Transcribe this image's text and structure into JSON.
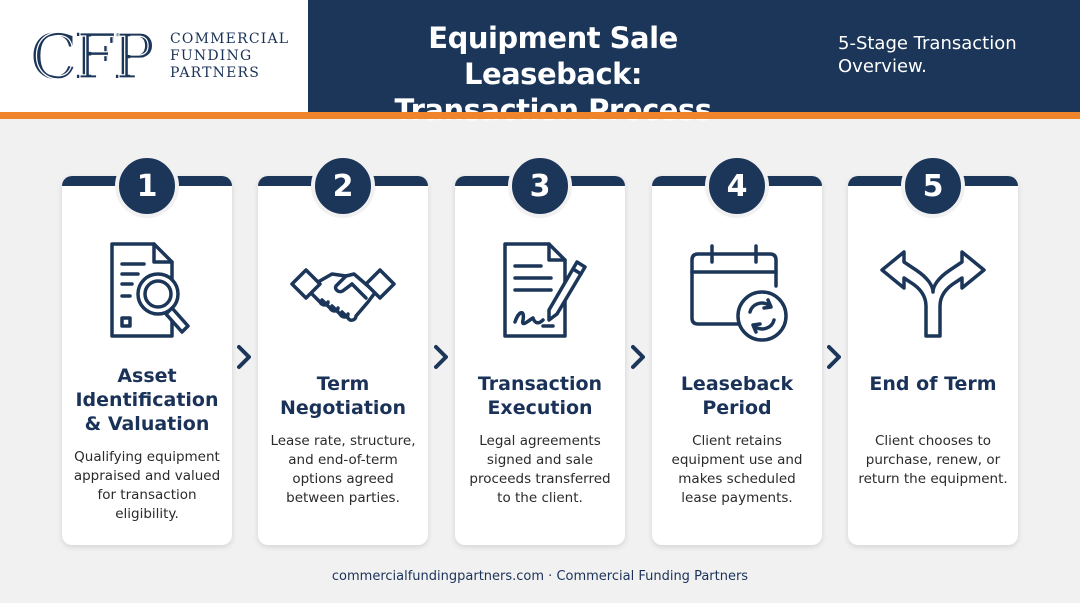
{
  "header": {
    "logo_mark": "CFP",
    "logo_lines": [
      "COMMERCIAL",
      "FUNDING",
      "PARTNERS"
    ],
    "title_lines": [
      "Equipment Sale Leaseback:",
      "Transaction Process"
    ],
    "subtitle_lines": [
      "5-Stage Transaction",
      "Overview."
    ]
  },
  "colors": {
    "navy": "#1c3659",
    "orange": "#f0842a",
    "background": "#f1f1f1"
  },
  "steps": [
    {
      "number": "1",
      "icon": "document-magnifier-icon",
      "title_lines": [
        "Asset",
        "Identification",
        "& Valuation"
      ],
      "desc_lines": [
        "Qualifying equipment",
        "appraised and valued",
        "for transaction",
        "eligibility."
      ]
    },
    {
      "number": "2",
      "icon": "handshake-icon",
      "title_lines": [
        "Term",
        "Negotiation"
      ],
      "desc_lines": [
        "Lease rate, structure,",
        "and end-of-term",
        "options agreed",
        "between parties."
      ]
    },
    {
      "number": "3",
      "icon": "signed-contract-icon",
      "title_lines": [
        "Transaction",
        "Execution"
      ],
      "desc_lines": [
        "Legal agreements",
        "signed and sale",
        "proceeds transferred",
        "to the client."
      ]
    },
    {
      "number": "4",
      "icon": "calendar-renew-icon",
      "title_lines": [
        "Leaseback",
        "Period"
      ],
      "desc_lines": [
        "Client retains",
        "equipment use and",
        "makes scheduled",
        "lease payments."
      ]
    },
    {
      "number": "5",
      "icon": "split-arrow-icon",
      "title_lines": [
        "End of Term"
      ],
      "desc_lines": [
        "Client chooses to",
        "purchase, renew, or",
        "return the equipment."
      ]
    }
  ],
  "footer": {
    "text": "commercialfundingpartners.com · Commercial Funding Partners"
  }
}
